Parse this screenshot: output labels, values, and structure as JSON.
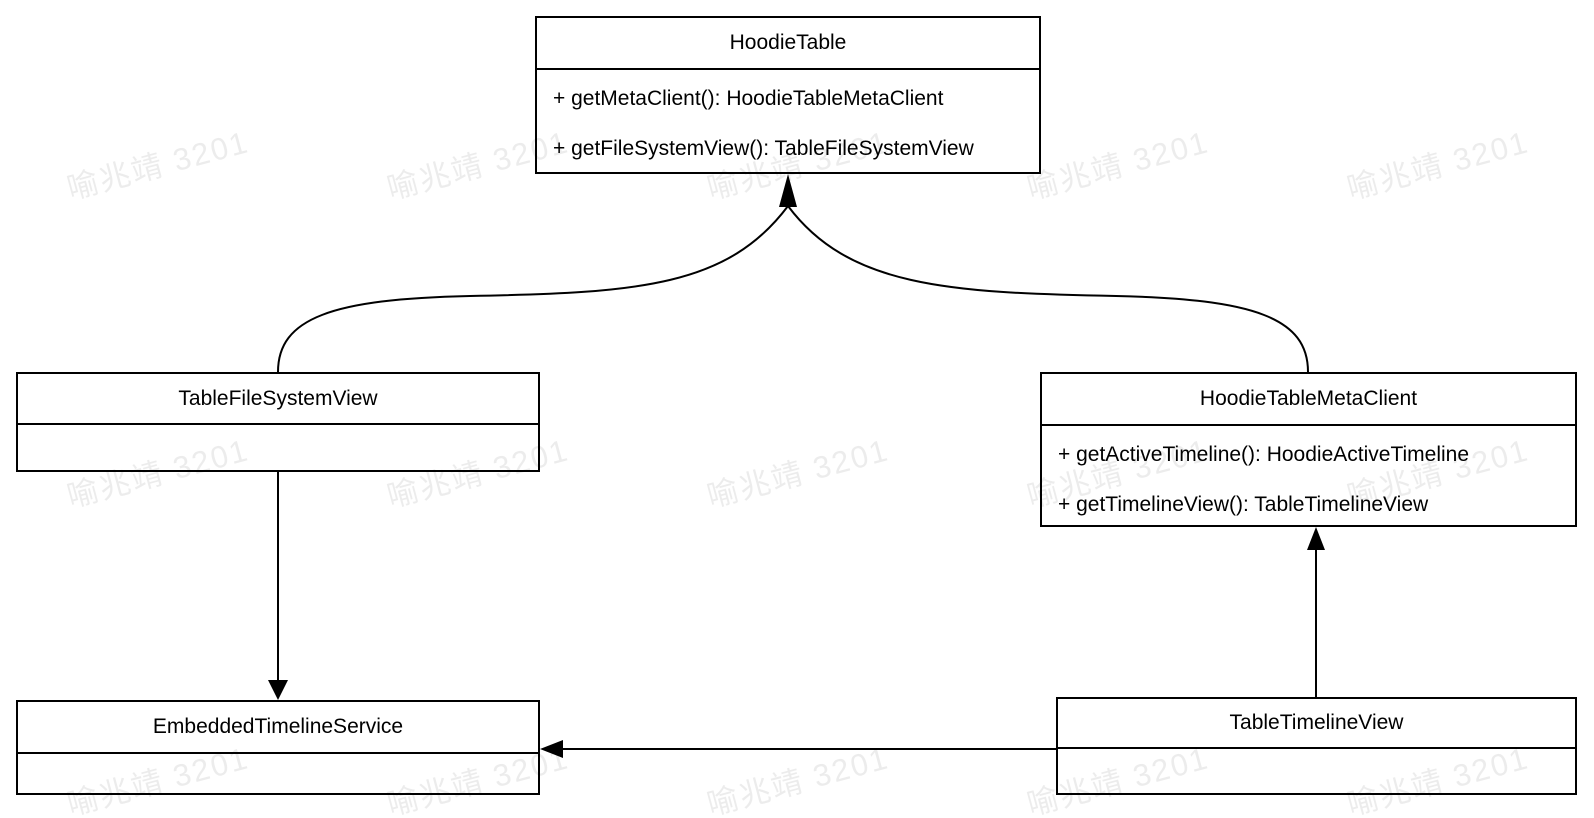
{
  "diagram": {
    "type": "uml-class-diagram",
    "watermark": {
      "text": "喻兆靖 3201"
    },
    "classes": [
      {
        "name": "HoodieTable",
        "methods": [
          "+ getMetaClient(): HoodieTableMetaClient",
          "+ getFileSystemView(): TableFileSystemView"
        ]
      },
      {
        "name": "TableFileSystemView",
        "methods": []
      },
      {
        "name": "HoodieTableMetaClient",
        "methods": [
          "+ getActiveTimeline(): HoodieActiveTimeline",
          "+ getTimelineView(): TableTimelineView"
        ]
      },
      {
        "name": "EmbeddedTimelineService",
        "methods": []
      },
      {
        "name": "TableTimelineView",
        "methods": []
      }
    ],
    "relations": [
      {
        "from": "TableFileSystemView",
        "to": "HoodieTable",
        "style": "curved-line",
        "arrowhead": "filled-at-target-bottom"
      },
      {
        "from": "HoodieTableMetaClient",
        "to": "HoodieTable",
        "style": "curved-line",
        "arrowhead": "filled-at-target-bottom"
      },
      {
        "from": "TableFileSystemView",
        "to": "EmbeddedTimelineService",
        "style": "straight-vertical",
        "arrowhead": "filled-at-target-top"
      },
      {
        "from": "TableTimelineView",
        "to": "HoodieTableMetaClient",
        "style": "straight-vertical",
        "arrowhead": "filled-at-target-bottom"
      },
      {
        "from": "TableTimelineView",
        "to": "EmbeddedTimelineService",
        "style": "straight-horizontal",
        "arrowhead": "filled-at-target-right"
      }
    ],
    "colors": {
      "line": "#000000",
      "box_fill": "#ffffff",
      "text": "#000000",
      "watermark": "rgba(0,0,0,0.075)",
      "background": "#ffffff"
    }
  }
}
